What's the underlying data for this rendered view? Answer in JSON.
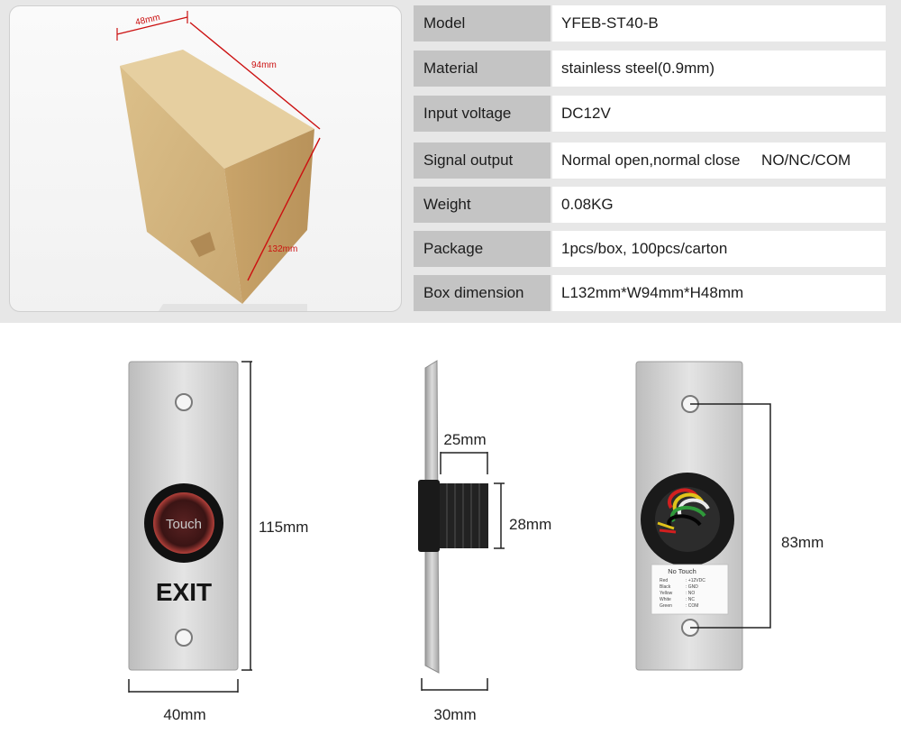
{
  "specs": [
    {
      "label": "Model",
      "value": "YFEB-ST40-B"
    },
    {
      "label": "Material",
      "value": "stainless steel(0.9mm)"
    },
    {
      "label": "Input voltage",
      "value": "DC12V"
    },
    {
      "label": "Signal output",
      "value": "Normal open,normal close     NO/NC/COM"
    },
    {
      "label": "Weight",
      "value": "0.08KG"
    },
    {
      "label": "Package",
      "value": "1pcs/box, 100pcs/carton"
    },
    {
      "label": "Box dimension",
      "value": "L132mm*W94mm*H48mm"
    }
  ],
  "box": {
    "width_label": "48mm",
    "depth_label": "94mm",
    "height_label": "132mm"
  },
  "front": {
    "button_text": "Touch",
    "exit_text": "EXIT",
    "height_label": "115mm",
    "width_label": "40mm"
  },
  "side": {
    "nut_width_label": "25mm",
    "nut_height_label": "28mm",
    "depth_label": "30mm"
  },
  "back": {
    "hole_spacing_label": "83mm",
    "sticker_title": "No Touch",
    "wires": [
      {
        "color": "Red",
        "func": ": +12VDC"
      },
      {
        "color": "Black",
        "func": ": GND"
      },
      {
        "color": "Yellow",
        "func": ": NO"
      },
      {
        "color": "White",
        "func": ": NC"
      },
      {
        "color": "Green",
        "func": ": COM"
      }
    ]
  },
  "colors": {
    "label_bg": "#c4c4c4",
    "dimension_red": "#cc1111",
    "button_glow": "#b4403a",
    "steel": "#cfcfcf"
  }
}
